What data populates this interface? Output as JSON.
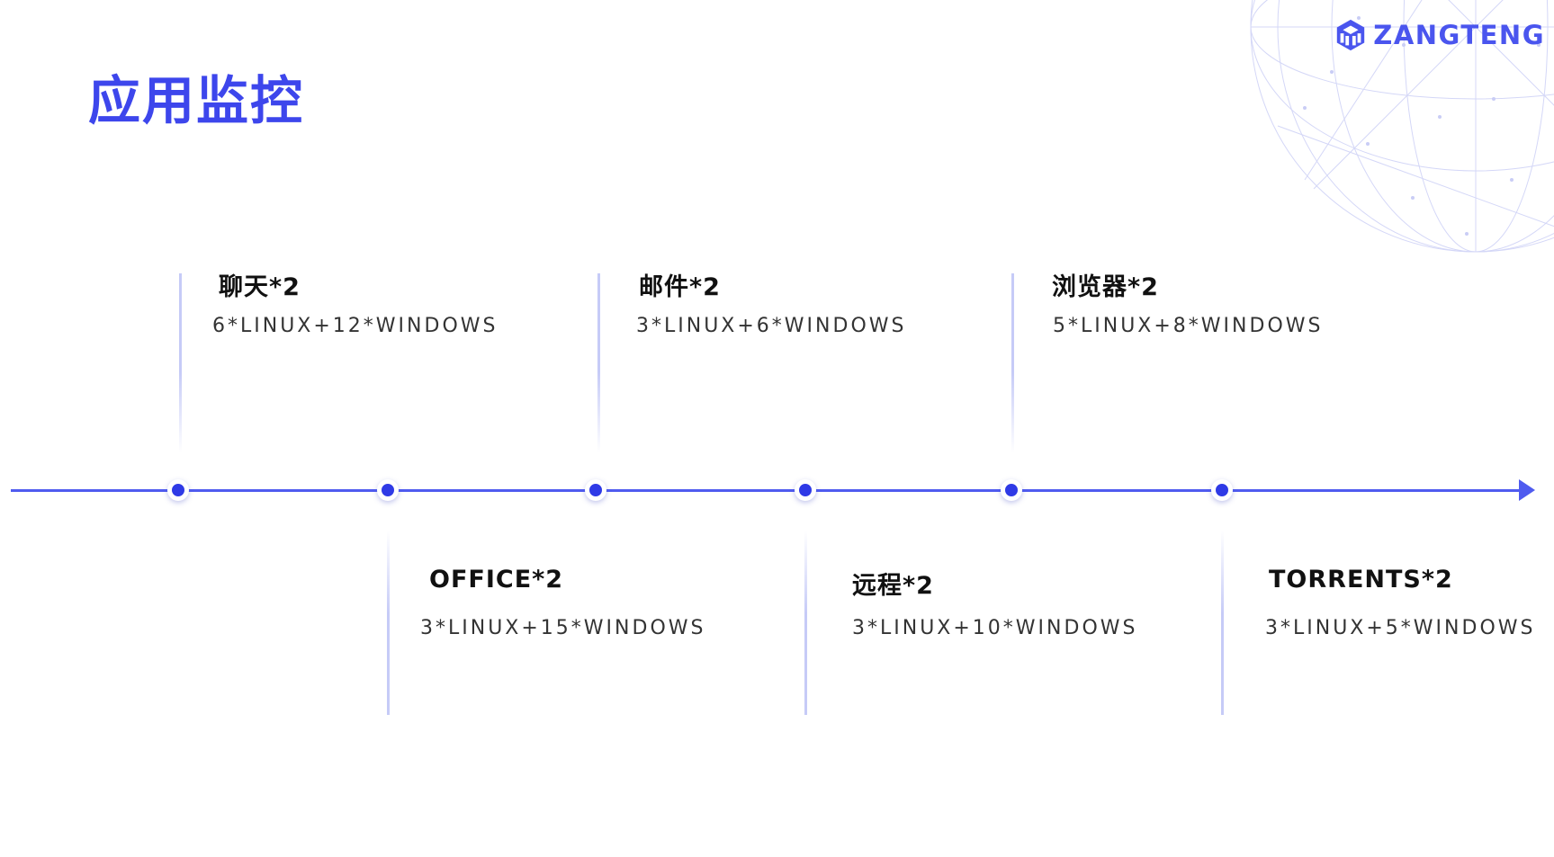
{
  "header": {
    "title": "应用监控",
    "brand": "ZANGTENG",
    "logo_icon": "zangteng-cube-logo-icon"
  },
  "colors": {
    "accent": "#3d46ec",
    "axis": "#4f5bef",
    "connector": "#c6cbf7",
    "node": "#2f3ae6"
  },
  "timeline": {
    "items": [
      {
        "title": "聊天*2",
        "desc": "6*LINUX+12*WINDOWS"
      },
      {
        "title": "OFFICE*2",
        "desc": "3*LINUX+15*WINDOWS"
      },
      {
        "title": "邮件*2",
        "desc": "3*LINUX+6*WINDOWS"
      },
      {
        "title": "远程*2",
        "desc": "3*LINUX+10*WINDOWS"
      },
      {
        "title": "浏览器*2",
        "desc": "5*LINUX+8*WINDOWS"
      },
      {
        "title": "TORRENTS*2",
        "desc": "3*LINUX+5*WINDOWS"
      }
    ]
  }
}
